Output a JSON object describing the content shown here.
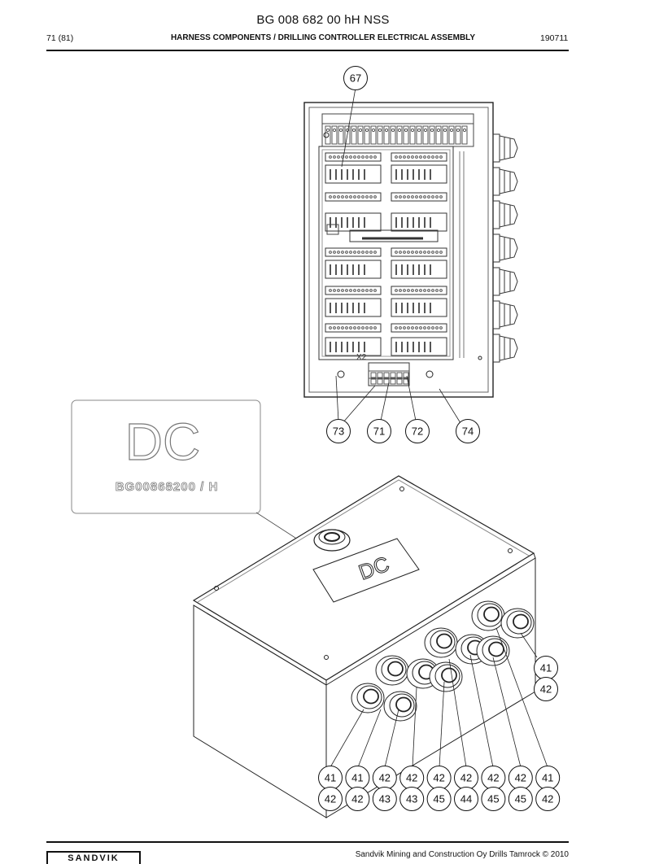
{
  "header": {
    "doc_title": "BG 008 682 00 hH NSS",
    "page": "71 (81)",
    "section_title": "HARNESS COMPONENTS / DRILLING CONTROLLER ELECTRICAL ASSEMBLY",
    "date": "190711"
  },
  "label_plate": {
    "big_text": "DC",
    "code": "BG00868200 / H"
  },
  "lid_text": "DC",
  "terminal_label": "X2",
  "top_callouts": [
    "67",
    "73",
    "71",
    "72",
    "74"
  ],
  "side_callouts": [
    "41",
    "42"
  ],
  "bottom_callouts": [
    {
      "top": "41",
      "bottom": "42"
    },
    {
      "top": "41",
      "bottom": "42"
    },
    {
      "top": "42",
      "bottom": "43"
    },
    {
      "top": "42",
      "bottom": "43"
    },
    {
      "top": "42",
      "bottom": "45"
    },
    {
      "top": "42",
      "bottom": "44"
    },
    {
      "top": "42",
      "bottom": "45"
    },
    {
      "top": "42",
      "bottom": "45"
    },
    {
      "top": "41",
      "bottom": "42"
    }
  ],
  "footer": {
    "logo": "SANDVIK",
    "copyright": "Sandvik Mining and Construction Oy Drills Tamrock © 2010"
  }
}
